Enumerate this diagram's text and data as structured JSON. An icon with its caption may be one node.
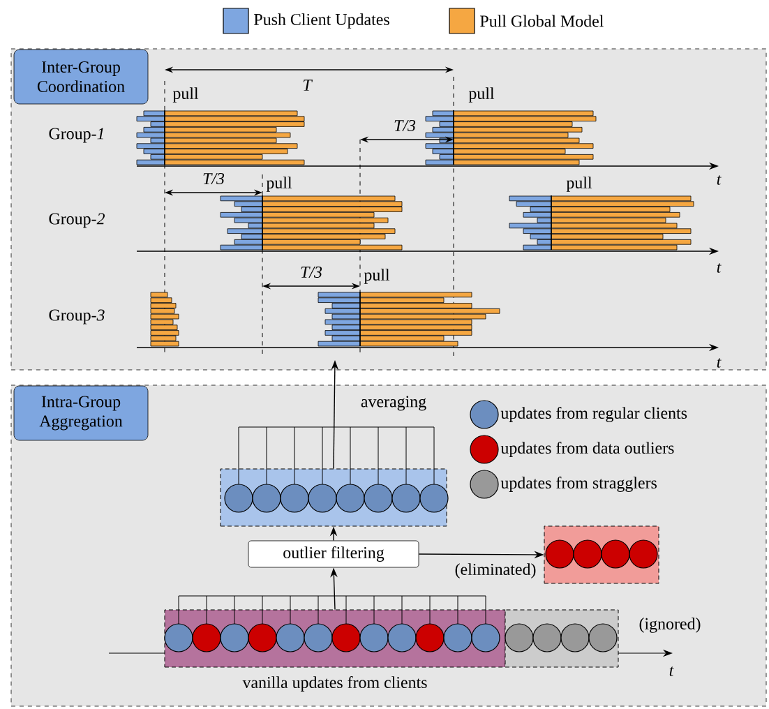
{
  "diagram": {
    "nodes": [
      {
        "text": [
          "Inter-Group Coordination"
        ]
      },
      {
        "text": [
          "Intra-Group Aggregation"
        ]
      },
      {
        "text": [],
        "shape": "box",
        "in": 1
      },
      {
        "text": [
          "outlier filtering"
        ],
        "in": 1
      },
      {
        "text": [],
        "shape": "box",
        "in": 1
      },
      {
        "text": [],
        "shape": "box",
        "in": 1,
        "beside": [
          "vanilla updates from clients"
        ]
      },
      {
        "text": [],
        "shape": "box",
        "in": 1,
        "beside": [
          "(ignored)"
        ]
      }
    ],
    "edges": [
      {
        "from": 2,
        "to": 0,
        "arrow": "to",
        "label": "averaging"
      },
      {
        "from": 5,
        "to": 3,
        "arrow": "to"
      },
      {
        "from": 3,
        "to": 2,
        "arrow": "to"
      },
      {
        "from": 3,
        "to": 4,
        "arrow": "to",
        "label": "(eliminated)"
      }
    ],
    "labels": [
      "T",
      "pull",
      "pull",
      "Group-*1*",
      "T/3",
      "t",
      "T/3",
      "pull",
      "pull",
      "Group-*2*",
      "t",
      "T/3",
      "pull",
      "Group-*3*",
      "t",
      "t"
    ],
    "legend": [
      {
        "text": "Push Client Updates",
        "color": "#7ea6e0"
      },
      {
        "text": "Pull Global Model",
        "color": "#f5a742"
      },
      {
        "text": "updates from regular clients",
        "color": "#6c8ebf"
      },
      {
        "text": "updates from data outliers",
        "color": "#cc0000"
      },
      {
        "text": "updates from stragglers",
        "color": "#999999"
      }
    ]
  }
}
